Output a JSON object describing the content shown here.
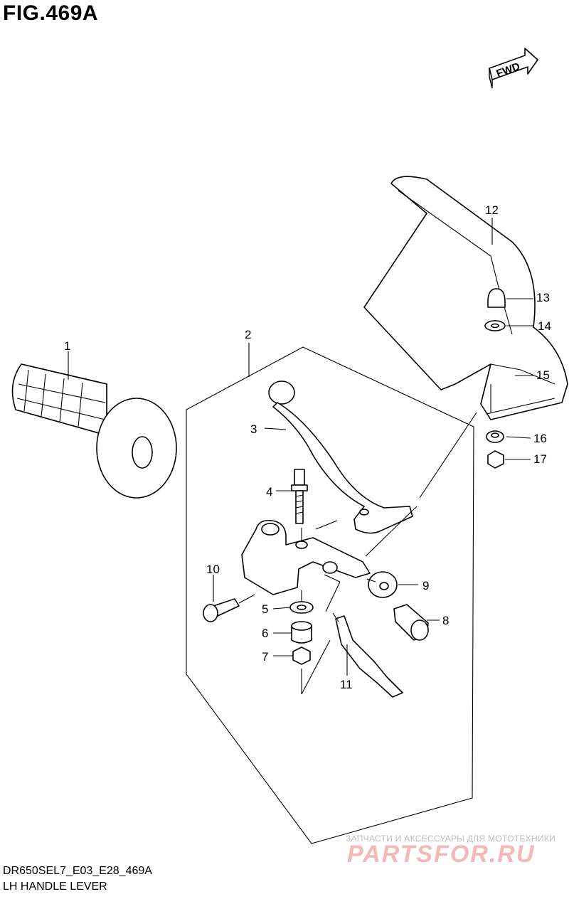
{
  "figure": {
    "title": "FIG.469A",
    "code": "DR650SEL7_E03_E28_469A",
    "caption": "LH HANDLE LEVER"
  },
  "fwd_arrow": {
    "label": "FWD"
  },
  "callouts": [
    "1",
    "2",
    "3",
    "4",
    "5",
    "6",
    "7",
    "8",
    "9",
    "10",
    "11",
    "12",
    "13",
    "14",
    "15",
    "16",
    "17"
  ],
  "watermark": {
    "tagline": "ЗАПЧАСТИ И АКСЕССУАРЫ ДЛЯ МОТОТЕХНИКИ",
    "brand": "PARTSFOR.RU"
  },
  "colors": {
    "line": "#000000",
    "background": "#ffffff",
    "watermark": "#f3b9b9"
  }
}
